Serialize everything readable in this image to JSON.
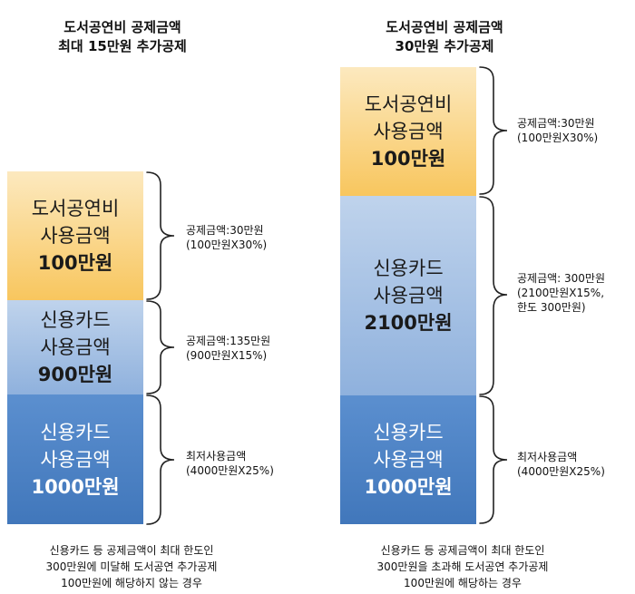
{
  "left": {
    "title_line1": "도서공연비 공제금액",
    "title_line2": "최대 15만원 추가공제",
    "boxes": [
      {
        "line1": "도서공연비",
        "line2": "사용금액",
        "line3": "100만원"
      },
      {
        "line1": "신용카드",
        "line2": "사용금액",
        "line3": "900만원"
      },
      {
        "line1": "신용카드",
        "line2": "사용금액",
        "line3": "1000만원"
      }
    ],
    "notes": [
      {
        "line1": "공제금액:30만원",
        "line2": "(100만원X30%)"
      },
      {
        "line1": "공제금액:135만원",
        "line2": "(900만원X15%)"
      },
      {
        "line1": "최저사용금액",
        "line2": "(4000만원X25%)"
      }
    ],
    "caption": [
      "신용카드 등 공제금액이 최대 한도인",
      "300만원에 미달해 도서공연 추가공제",
      "100만원에 해당하지 않는 경우"
    ]
  },
  "right": {
    "title_line1": "도서공연비 공제금액",
    "title_line2": "30만원 추가공제",
    "boxes": [
      {
        "line1": "도서공연비",
        "line2": "사용금액",
        "line3": "100만원"
      },
      {
        "line1": "신용카드",
        "line2": "사용금액",
        "line3": "2100만원"
      },
      {
        "line1": "신용카드",
        "line2": "사용금액",
        "line3": "1000만원"
      }
    ],
    "notes": [
      {
        "line1": "공제금액:30만원",
        "line2": "(100만원X30%)"
      },
      {
        "line1": "공제금액: 300만원",
        "line2": "(2100만원X15%,",
        "line3": "한도 300만원)"
      },
      {
        "line1": "최저사용금액",
        "line2": "(4000만원X25%)"
      }
    ],
    "caption": [
      "신용카드 등 공제금액이 최대 한도인",
      "300만원을 초과해 도서공연 추가공제",
      "100만원에 해당하는 경우"
    ]
  },
  "colors": {
    "book_box": "#f8c65e",
    "credit_box_light": "#8fb1dd",
    "credit_box_dark": "#4177bb"
  }
}
